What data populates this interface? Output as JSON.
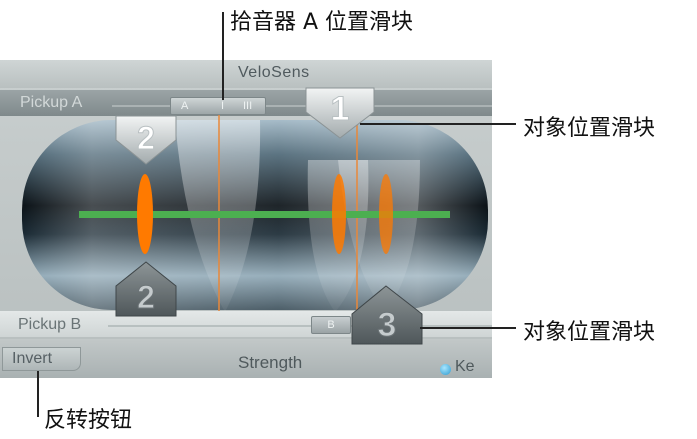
{
  "panel": {
    "velosens_label": "VeloSens",
    "pickup_a_label": "Pickup A",
    "pickup_a_slider": {
      "left_tick": "A",
      "center_tick": "I",
      "right_tick": "III"
    },
    "pickup_b_label": "Pickup B",
    "pickup_b_slider": {
      "label": "B"
    },
    "invert_label": "Invert",
    "strength_label": "Strength",
    "ke_label": "Ke",
    "object_sliders": [
      {
        "number": "1"
      },
      {
        "number": "2"
      },
      {
        "number": "2"
      },
      {
        "number": "3"
      }
    ]
  },
  "callouts": {
    "pickup_a_slider": "拾音器 A 位置滑块",
    "object_slider_top": "对象位置滑块",
    "object_slider_bottom": "对象位置滑块",
    "invert_button": "反转按钮"
  },
  "colors": {
    "string": "#4caf50",
    "resonance": "#ff7a00",
    "marker": "#e8883a",
    "knob_dot": "#2d9bd0"
  },
  "icons": [
    "knob-dot-icon"
  ]
}
